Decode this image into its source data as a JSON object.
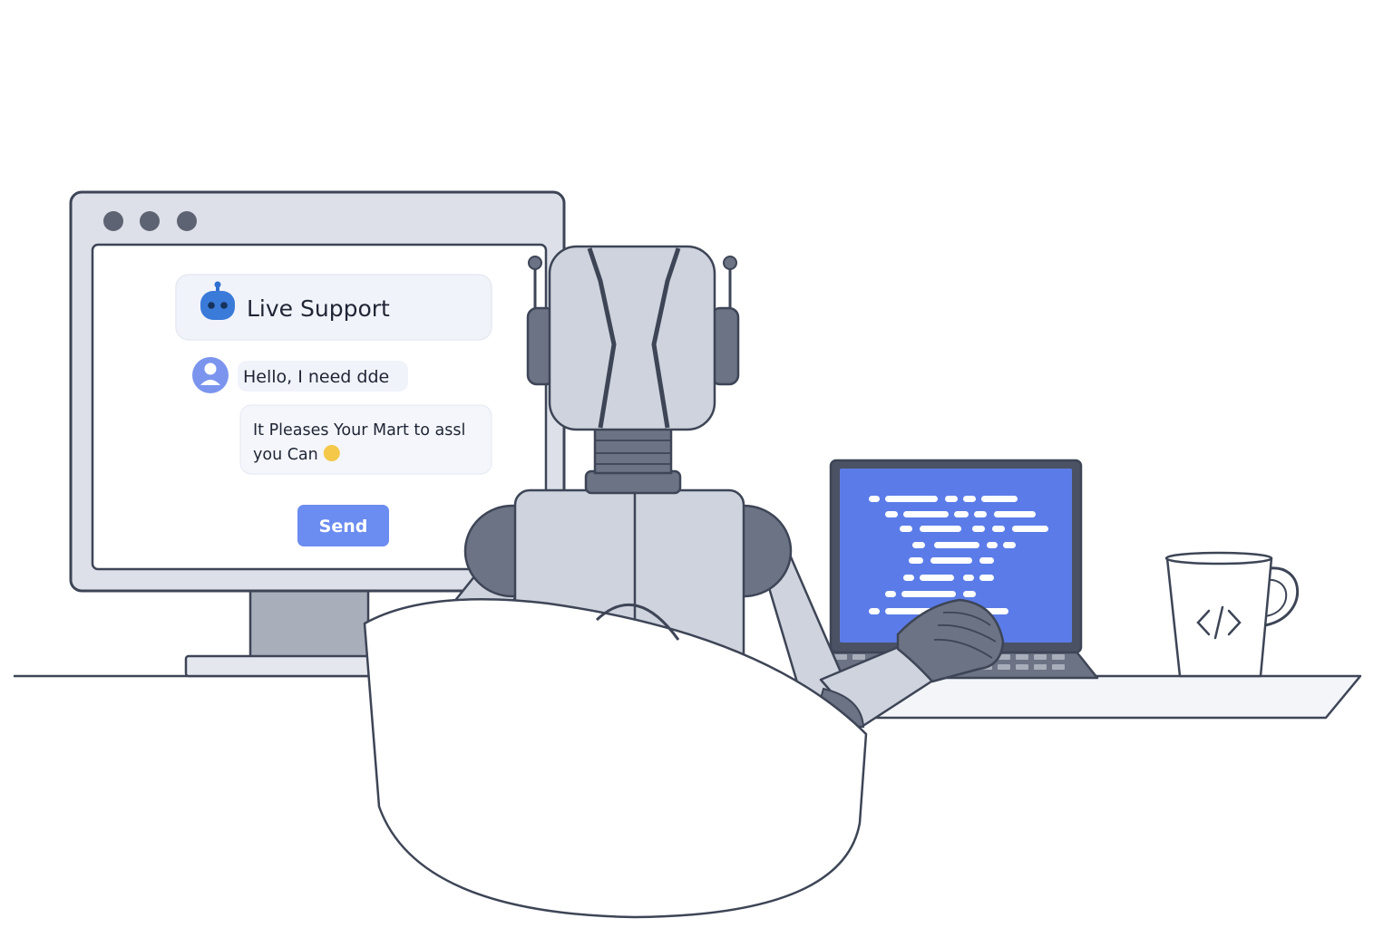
{
  "chat": {
    "header_title": "Live Support",
    "user_message": "Hello, I need dde",
    "bot_reply_line1": "It Pleases Your Mart to assl",
    "bot_reply_line2": "you Can",
    "send_label": "Send"
  },
  "icons": {
    "window_controls": "traffic-light-dots",
    "header_icon": "robot-icon",
    "user_icon": "user-avatar-icon",
    "emoji": "smiley-emoji-icon",
    "mug_icon": "code-brackets-icon"
  },
  "colors": {
    "accent_blue": "#6b8cf0",
    "laptop_screen": "#5b7ce8",
    "robot_body": "#cfd3dd",
    "robot_dark": "#6b7384",
    "outline": "#3d4556",
    "desk_fill": "#f3f5f9",
    "emoji_yellow": "#f5c84a"
  }
}
